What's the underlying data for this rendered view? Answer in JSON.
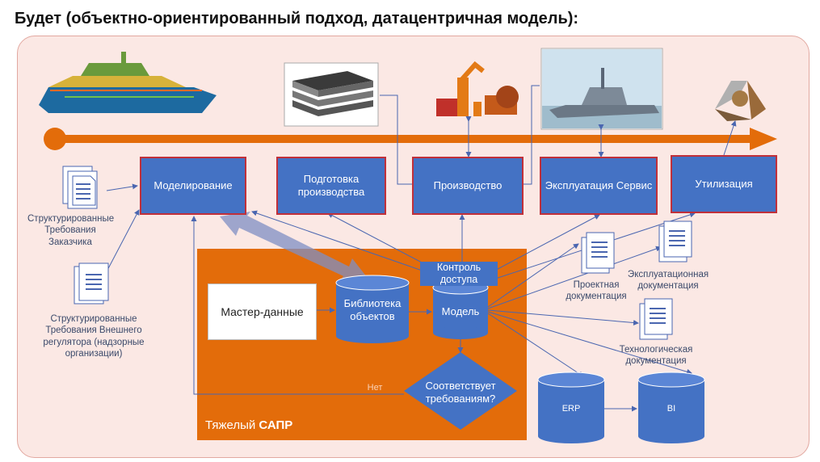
{
  "title": "Будет (объектно-ориентированный подход, датацентричная модель):",
  "stages": [
    "Моделирование",
    "Подготовка производства",
    "Производство",
    "Эксплуатация Сервис",
    "Утилизация"
  ],
  "requirements": {
    "customer": "Структурированные Требования Заказчика",
    "regulator": "Структурированные Требования Внешнего регулятора (надзорные организации)"
  },
  "cad": {
    "name_prefix": "Тяжелый",
    "name_bold": "САПР",
    "master_data": "Мастер-данные",
    "library": "Библиотека объектов",
    "access_control": "Контроль доступа",
    "model": "Модель",
    "decision": "Соответствует требованиям?",
    "no_label": "Нет"
  },
  "docs": {
    "design": "Проектная документация",
    "operation": "Эксплуатационная документация",
    "technology": "Технологическая документация"
  },
  "databases": {
    "erp": "ERP",
    "bi": "BI"
  },
  "colors": {
    "stage_fill": "#4472c4",
    "stage_border": "#c0303a",
    "cad_fill": "#e36c0a",
    "timeline": "#e36c0a",
    "panel_bg": "#fbe8e4"
  },
  "icons": [
    "ship-3d-model-icon",
    "steel-plates-icon",
    "welding-robot-icon",
    "warship-icon",
    "recycling-icon",
    "document-icon"
  ]
}
